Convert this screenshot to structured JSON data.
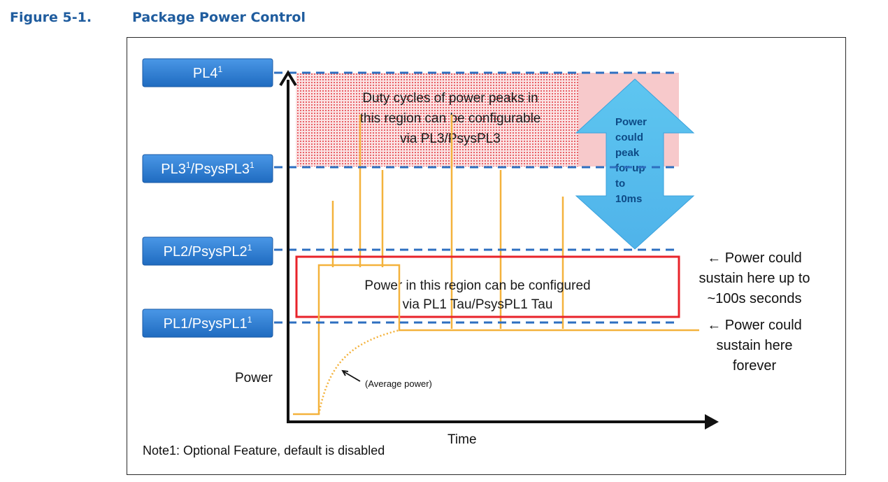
{
  "figure": {
    "number": "Figure 5-1.",
    "title": "Package Power Control"
  },
  "levels": [
    {
      "id": "pl4",
      "base": "PL4",
      "sup1": "1",
      "mid": "",
      "sup2": ""
    },
    {
      "id": "pl3",
      "base": "PL3",
      "sup1": "1",
      "mid": "/PsysPL3",
      "sup2": "1"
    },
    {
      "id": "pl2",
      "base": "PL2/PsysPL2",
      "sup1": "1",
      "mid": "",
      "sup2": ""
    },
    {
      "id": "pl1",
      "base": "PL1/PsysPL1",
      "sup1": "1",
      "mid": "",
      "sup2": ""
    }
  ],
  "peak_region": {
    "lines": [
      "Duty cycles of power peaks in",
      "this region can be configurable",
      "via PL3/PsysPL3"
    ]
  },
  "arrow_label": {
    "lines": [
      "Power",
      "could",
      "peak",
      "for up",
      "to",
      "10ms"
    ]
  },
  "sustain_region": {
    "lines": [
      "Power in this region can be configured",
      "via PL1 Tau/PsysPL1 Tau"
    ]
  },
  "right_notes": {
    "pl2": [
      "← Power could",
      "sustain here up to",
      "~100s seconds"
    ],
    "pl1": [
      "← Power could",
      "sustain here",
      "forever"
    ]
  },
  "axes": {
    "y_label": "Power",
    "x_label": "Time"
  },
  "average_power_label": "(Average power)",
  "footnote": "Note1: Optional Feature, default is disabled",
  "colors": {
    "header": "#1f5c9e",
    "label_box": "#2f7fd3",
    "dashed_line": "#2e6fc0",
    "signal": "#f4b23c",
    "sustain_border": "#e8232a",
    "peak_fill": "#f7c9cb",
    "arrow_fill": "#5ec6f0"
  }
}
